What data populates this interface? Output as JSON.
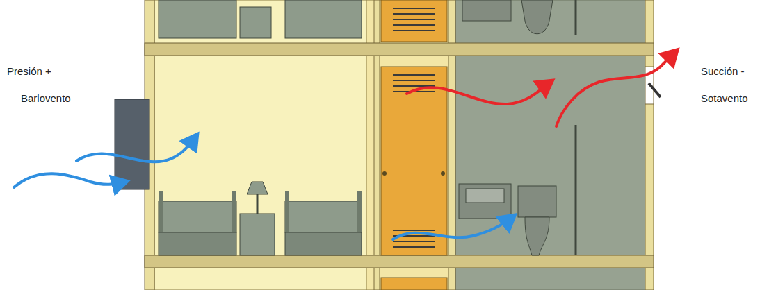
{
  "diagram": {
    "labels": [
      "Presión +",
      "Barlovento",
      "Succión -",
      "Sotavento"
    ]
  }
}
